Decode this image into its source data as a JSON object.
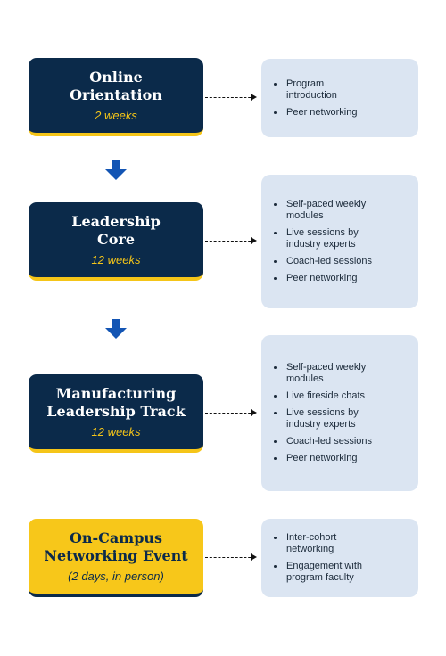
{
  "colors": {
    "navy": "#0b2a4a",
    "gold": "#f5c518",
    "panel": "#dbe5f2",
    "arrow": "#1355b4"
  },
  "stages": [
    {
      "title": "Online\nOrientation",
      "duration": "2 weeks",
      "items": [
        "Program introduction",
        "Peer networking"
      ]
    },
    {
      "title": "Leadership\nCore",
      "duration": "12 weeks",
      "items": [
        "Self-paced weekly modules",
        "Live sessions by industry experts",
        "Coach-led sessions",
        "Peer networking"
      ]
    },
    {
      "title": "Manufacturing\nLeadership Track",
      "duration": "12 weeks",
      "items": [
        "Self-paced weekly modules",
        "Live fireside chats",
        "Live sessions by industry experts",
        "Coach-led sessions",
        "Peer networking"
      ]
    },
    {
      "title": "On-Campus\nNetworking Event",
      "duration": "(2 days, in person)",
      "items": [
        "Inter-cohort networking",
        "Engagement with program faculty"
      ]
    }
  ]
}
